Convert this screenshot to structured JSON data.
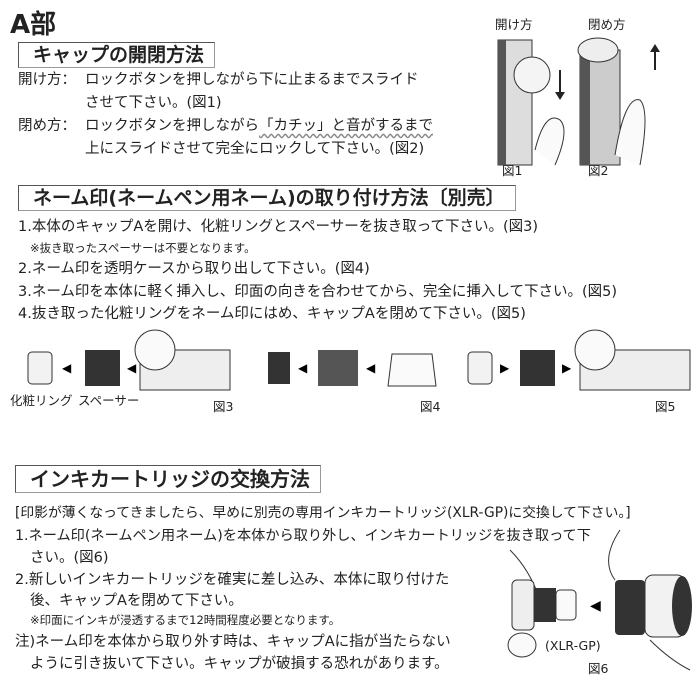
{
  "title": "A部",
  "section1": {
    "heading": "キャップの開閉方法",
    "open_label": "開け方：",
    "open_lines": [
      "ロックボタンを押しながら下に止まるまでスライド",
      "させて下さい。(図1)"
    ],
    "close_label": "閉め方：",
    "close_line1_pre": "ロックボタンを押しながら",
    "close_line1_em": "「カチッ」と音がするまで",
    "close_line2": "上にスライドさせて完全にロックして下さい。(図2)",
    "figures": {
      "open_caption": "開け方",
      "close_caption": "閉め方",
      "fig1": "図1",
      "fig2": "図2"
    }
  },
  "section2": {
    "heading": "ネーム印(ネームペン用ネーム)の取り付け方法〔別売〕",
    "steps": [
      "1.本体のキャップAを開け、化粧リングとスペーサーを抜き取って下さい。(図3)",
      "2.ネーム印を透明ケースから取り出して下さい。(図4)",
      "3.ネーム印を本体に軽く挿入し、印面の向きを合わせてから、完全に挿入して下さい。(図5)",
      "4.抜き取った化粧リングをネーム印にはめ、キャップAを閉めて下さい。(図5)"
    ],
    "note": "※抜き取ったスペーサーは不要となります。",
    "figures": {
      "ring_label": "化粧リング",
      "spacer_label": "スペーサー",
      "fig3": "図3",
      "fig4": "図4",
      "fig5": "図5"
    }
  },
  "section3": {
    "heading": "インキカートリッジの交換方法",
    "intro": "[印影が薄くなってきましたら、早めに別売の専用インキカートリッジ(XLR-GP)に交換して下さい。]",
    "step1": [
      "1.ネーム印(ネームペン用ネーム)を本体から取り外し、インキカートリッジを抜き取って下",
      "さい。(図6)"
    ],
    "step2": [
      "2.新しいインキカートリッジを確実に差し込み、本体に取り付けた",
      "後、キャップAを閉めて下さい。"
    ],
    "note": "※印面にインキが浸透するまで12時間程度必要となります。",
    "caution": [
      "注)ネーム印を本体から取り外す時は、キャップAに指が当たらない",
      "ように引き抜いて下さい。キャップが破損する恐れがあります。"
    ],
    "figures": {
      "cartridge_label": "(XLR-GP)",
      "fig6": "図6"
    }
  }
}
